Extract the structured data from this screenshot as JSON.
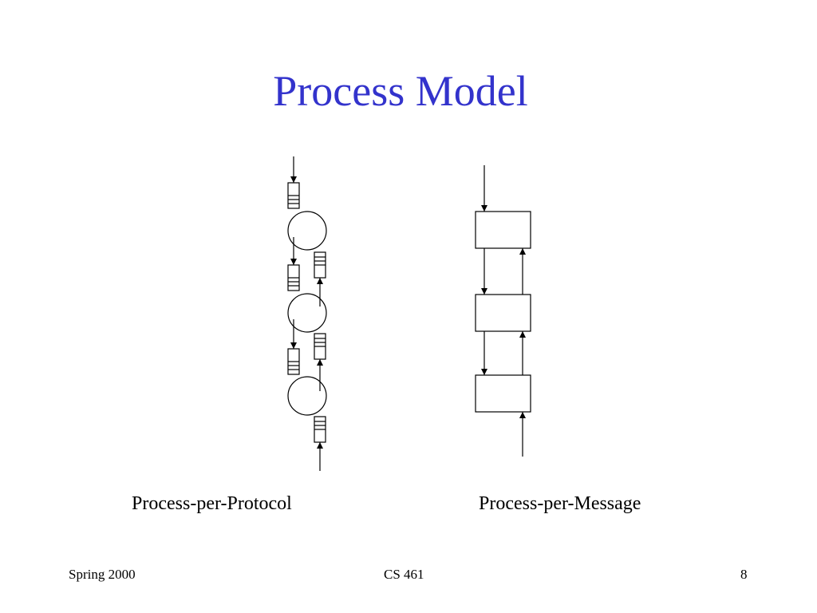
{
  "slide": {
    "title": "Process Model",
    "title_color": "#3333cc"
  },
  "diagram": {
    "left_caption": "Process-per-Protocol",
    "right_caption": "Process-per-Message",
    "left_process_count": 3,
    "right_box_count": 3
  },
  "footer": {
    "left": "Spring 2000",
    "center": "CS 461",
    "right": "8"
  }
}
